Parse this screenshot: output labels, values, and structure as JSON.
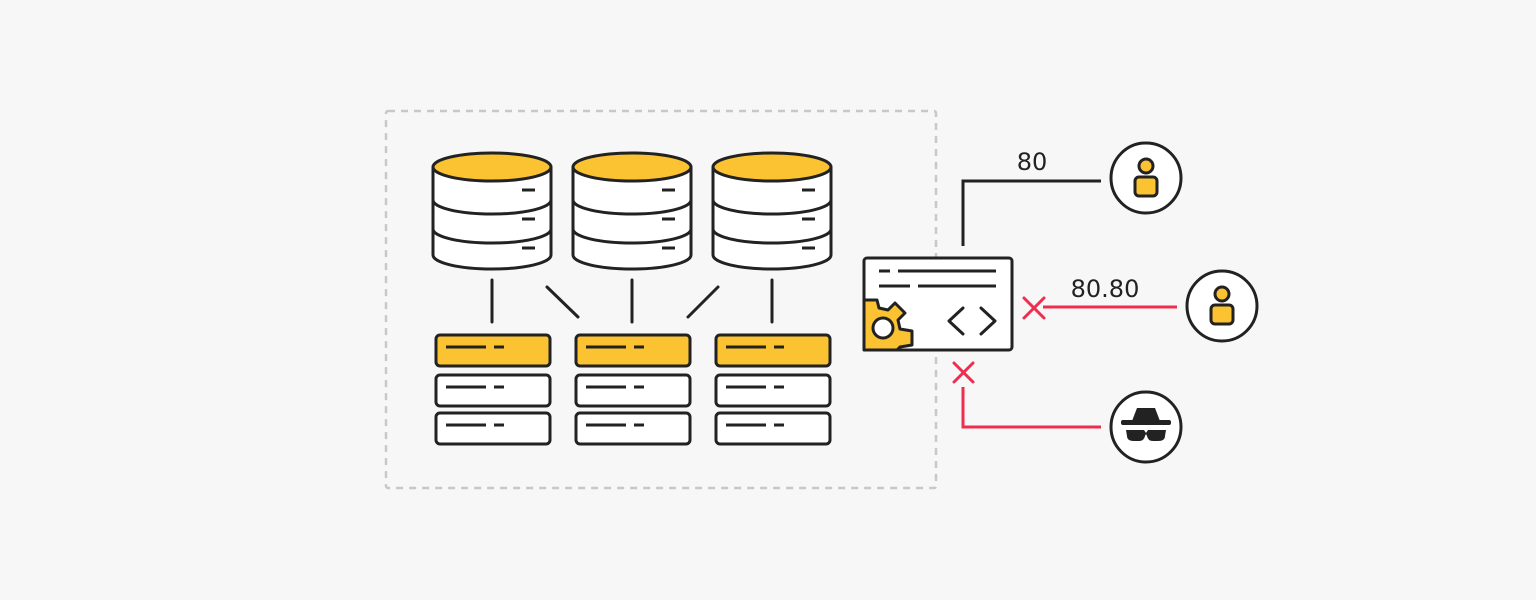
{
  "colors": {
    "background": "#f7f7f7",
    "stroke": "#222222",
    "accent_yellow": "#fbc232",
    "blocked_red": "#ee2d4f",
    "boundary_gray": "#c8c8c8",
    "white": "#ffffff"
  },
  "diagram": {
    "boundary": {
      "style": "dashed"
    },
    "databases": [
      {
        "id": "db-1",
        "icon": "database-icon"
      },
      {
        "id": "db-2",
        "icon": "database-icon"
      },
      {
        "id": "db-3",
        "icon": "database-icon"
      }
    ],
    "server_stacks": [
      {
        "id": "stack-1",
        "icon": "server-stack-icon",
        "units": 3,
        "highlighted_unit": 0
      },
      {
        "id": "stack-2",
        "icon": "server-stack-icon",
        "units": 3,
        "highlighted_unit": 0
      },
      {
        "id": "stack-3",
        "icon": "server-stack-icon",
        "units": 3,
        "highlighted_unit": 0
      }
    ],
    "gateway": {
      "icon": "code-window-icon",
      "badge_icon": "gear-icon",
      "glyph": "< >"
    },
    "connections": [
      {
        "id": "user-1",
        "label": "80",
        "allowed": true,
        "actor_icon": "user-icon"
      },
      {
        "id": "user-2",
        "label": "80.80",
        "allowed": false,
        "actor_icon": "user-icon",
        "blocked_icon": "x-mark-icon"
      },
      {
        "id": "intruder",
        "label": "",
        "allowed": false,
        "actor_icon": "spy-icon",
        "blocked_icon": "x-mark-icon"
      }
    ]
  }
}
